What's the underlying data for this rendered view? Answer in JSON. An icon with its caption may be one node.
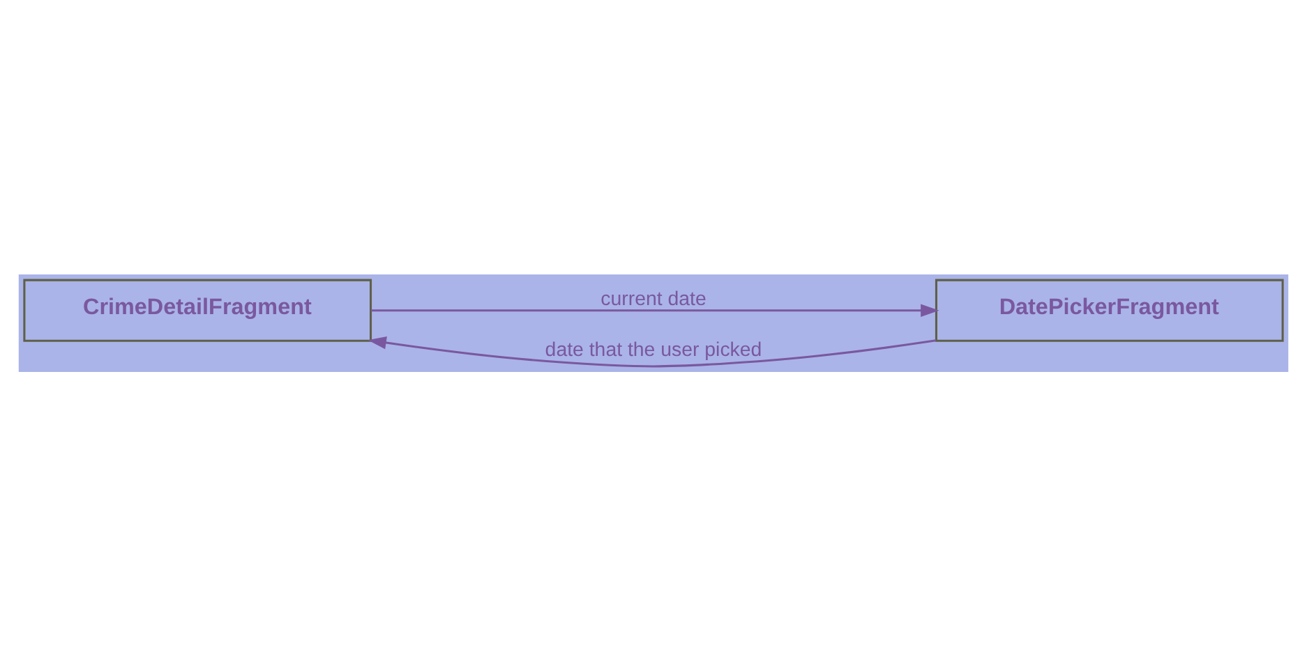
{
  "diagram": {
    "nodes": [
      {
        "text": [
          "CrimeDetailFragment"
        ]
      },
      {
        "text": [
          "DatePickerFragment"
        ]
      }
    ],
    "edges": [
      {
        "from": 0,
        "to": 1,
        "arrow": "to",
        "label": "current date"
      },
      {
        "from": 1,
        "to": 0,
        "arrow": "to",
        "label": "date that the user picked"
      }
    ]
  }
}
